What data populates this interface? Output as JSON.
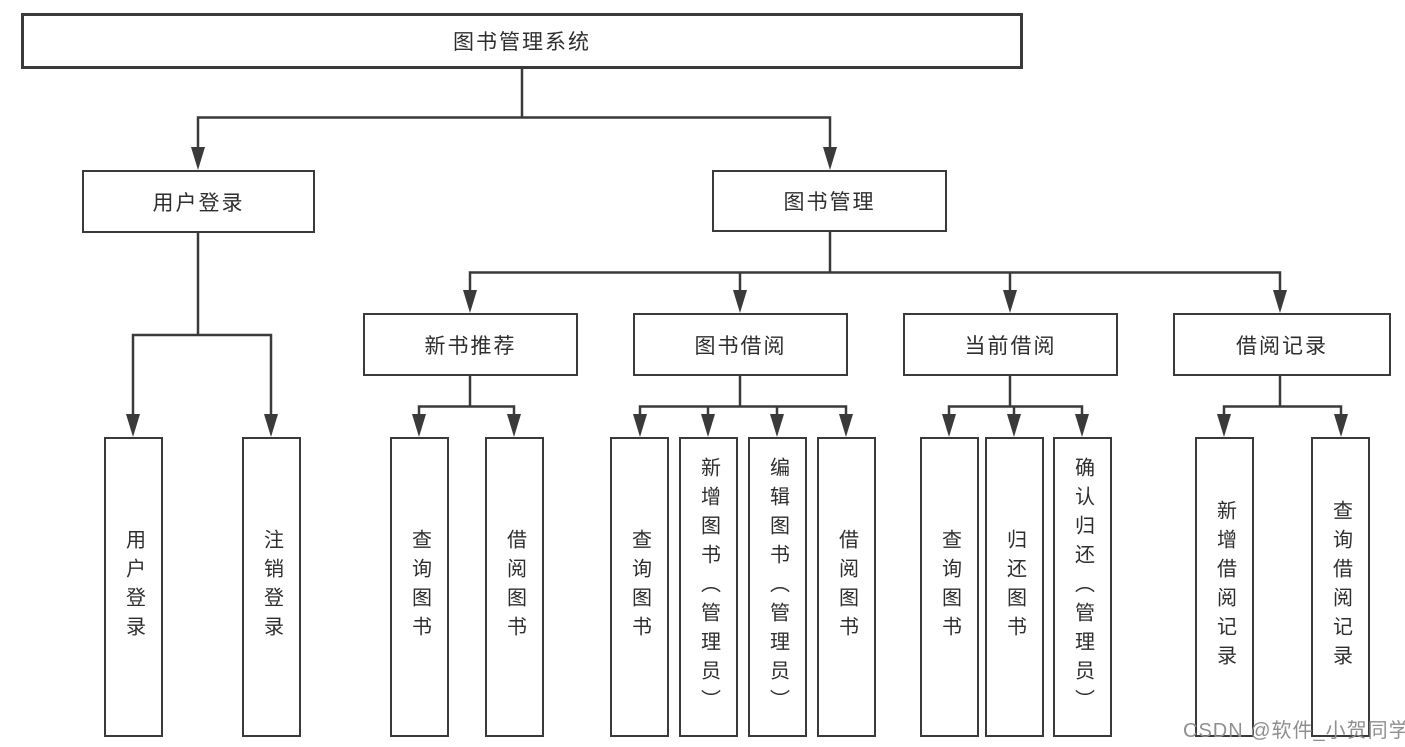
{
  "diagram_title": "图书管理系统",
  "tree": {
    "root": {
      "label": "图书管理系统",
      "children": [
        {
          "label": "用户登录",
          "children": [
            {
              "label": "用户登录"
            },
            {
              "label": "注销登录"
            }
          ]
        },
        {
          "label": "图书管理",
          "children": [
            {
              "label": "新书推荐",
              "children": [
                {
                  "label": "查询图书"
                },
                {
                  "label": "借阅图书"
                }
              ]
            },
            {
              "label": "图书借阅",
              "children": [
                {
                  "label": "查询图书"
                },
                {
                  "label": "新增图书（管理员）"
                },
                {
                  "label": "编辑图书（管理员）"
                },
                {
                  "label": "借阅图书"
                }
              ]
            },
            {
              "label": "当前借阅",
              "children": [
                {
                  "label": "查询图书"
                },
                {
                  "label": "归还图书"
                },
                {
                  "label": "确认归还（管理员）"
                }
              ]
            },
            {
              "label": "借阅记录",
              "children": [
                {
                  "label": "新增借阅记录"
                },
                {
                  "label": "查询借阅记录"
                }
              ]
            }
          ]
        }
      ]
    }
  },
  "watermark": "CSDN @软件_小贺同学",
  "colors": {
    "line": "#3a3a3a",
    "text": "#2e2e2e",
    "watermark": "#8f8f8f",
    "background": "#ffffff"
  }
}
